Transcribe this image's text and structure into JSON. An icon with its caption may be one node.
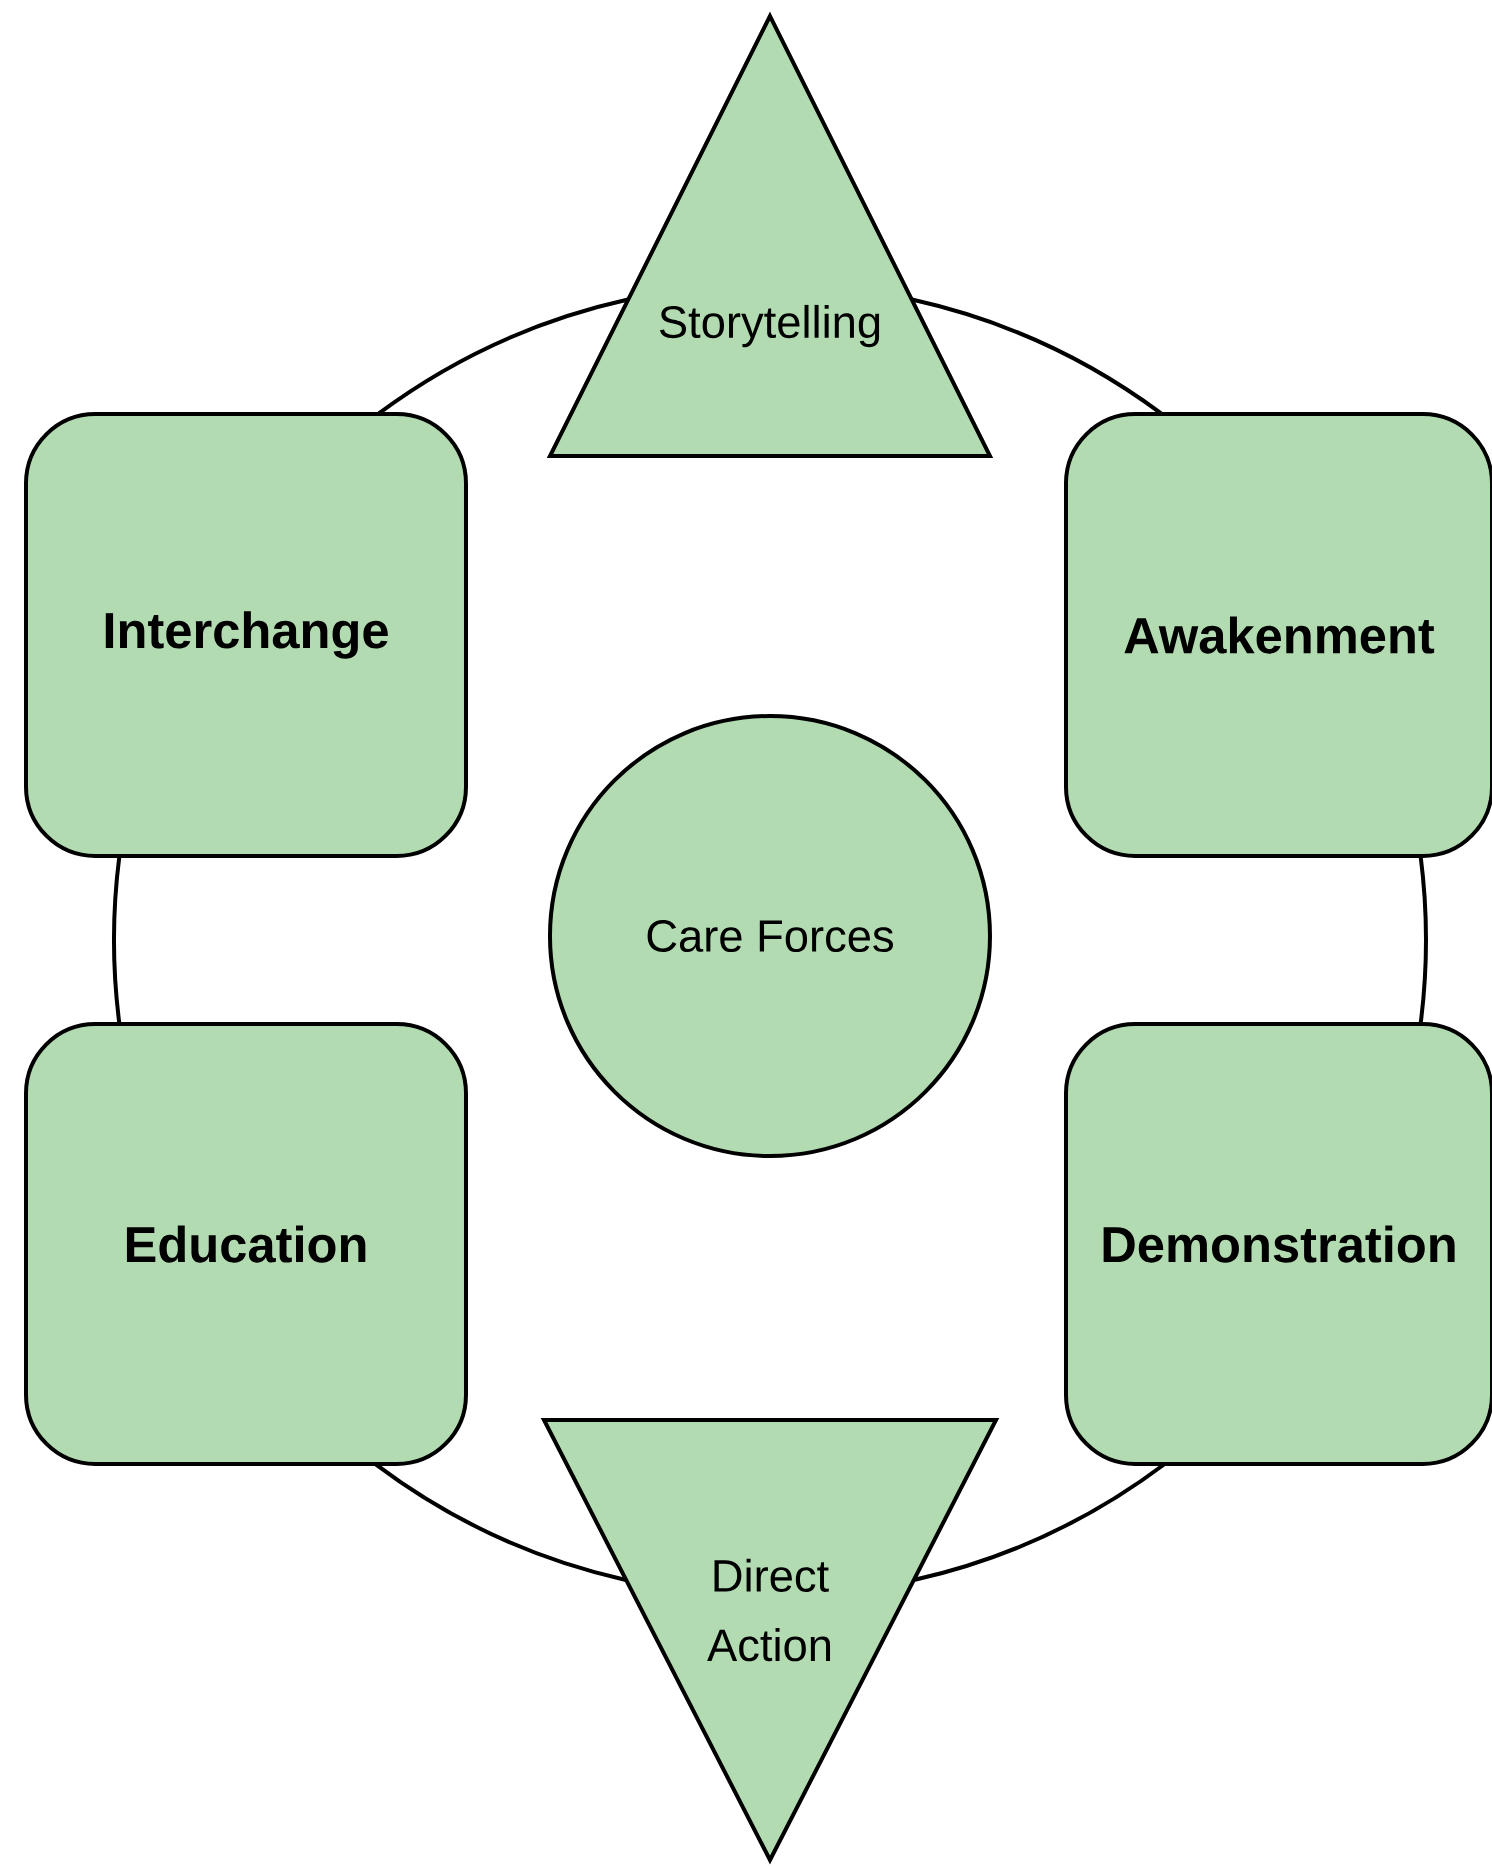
{
  "diagram": {
    "nodes": [
      {
        "text": [
          "Storytelling"
        ]
      },
      {
        "text": [
          "Interchange"
        ]
      },
      {
        "text": [
          "Awakenment"
        ]
      },
      {
        "text": [
          "Care Forces"
        ]
      },
      {
        "text": [
          "Education"
        ]
      },
      {
        "text": [
          "Demonstration"
        ]
      },
      {
        "text": [
          "Direct Action"
        ]
      }
    ],
    "edges": [
      {
        "from": 0,
        "to": 2,
        "arrow": "none"
      },
      {
        "from": 2,
        "to": 5,
        "arrow": "none"
      },
      {
        "from": 5,
        "to": 6,
        "arrow": "none"
      },
      {
        "from": 6,
        "to": 4,
        "arrow": "none"
      },
      {
        "from": 4,
        "to": 1,
        "arrow": "none"
      },
      {
        "from": 1,
        "to": 0,
        "arrow": "none"
      }
    ]
  }
}
